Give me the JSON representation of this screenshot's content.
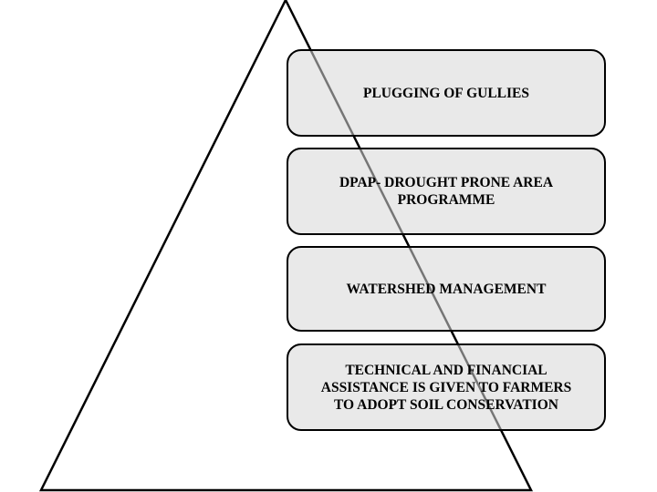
{
  "diagram": {
    "colors": {
      "box_fill": "#d7d7d7",
      "stroke": "#000000",
      "background": "#ffffff"
    },
    "levels": [
      {
        "label": "PLUGGING OF GULLIES"
      },
      {
        "label": "DPAP- DROUGHT PRONE AREA\nPROGRAMME"
      },
      {
        "label": "WATERSHED MANAGEMENT"
      },
      {
        "label": "TECHNICAL AND FINANCIAL\nASSISTANCE IS GIVEN TO FARMERS\nTO ADOPT SOIL CONSERVATION"
      }
    ]
  }
}
